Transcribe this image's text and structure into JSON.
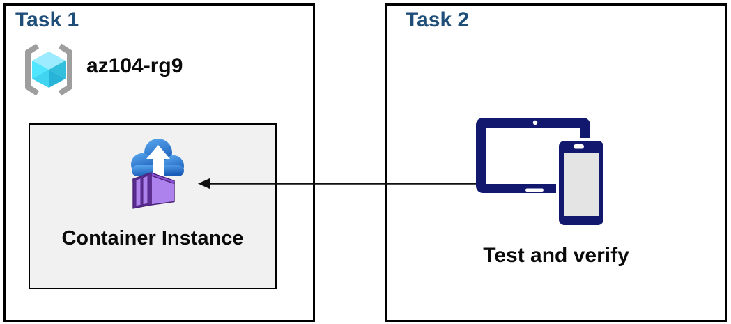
{
  "diagram": {
    "task1": {
      "title": "Task 1",
      "resource_group_name": "az104-rg9",
      "container_instance_label": "Container Instance"
    },
    "task2": {
      "title": "Task 2",
      "caption": "Test and verify"
    },
    "connector": {
      "from": "devices-icon",
      "to": "container-instance-icon",
      "direction": "right-to-left"
    }
  },
  "colors": {
    "title_blue": "#1F4E79",
    "text_black": "#0A0A0A",
    "box_border": "#000000",
    "inner_box_bg": "#F1F1F1",
    "device_navy": "#12186E",
    "cloud_blue_light": "#5AA9F0",
    "cloud_blue_dark": "#1A5CB8",
    "container_purple_light": "#AE82EC",
    "container_purple_mid": "#8C50D6",
    "container_purple_dark": "#5C2D94",
    "container_purple_outline": "#4A2378",
    "cube_top": "#9CEBFF",
    "cube_left": "#50E6FF",
    "cube_right": "#32BEDD",
    "bracket_gray": "#9E9E9E",
    "arrow_black": "#111111"
  }
}
